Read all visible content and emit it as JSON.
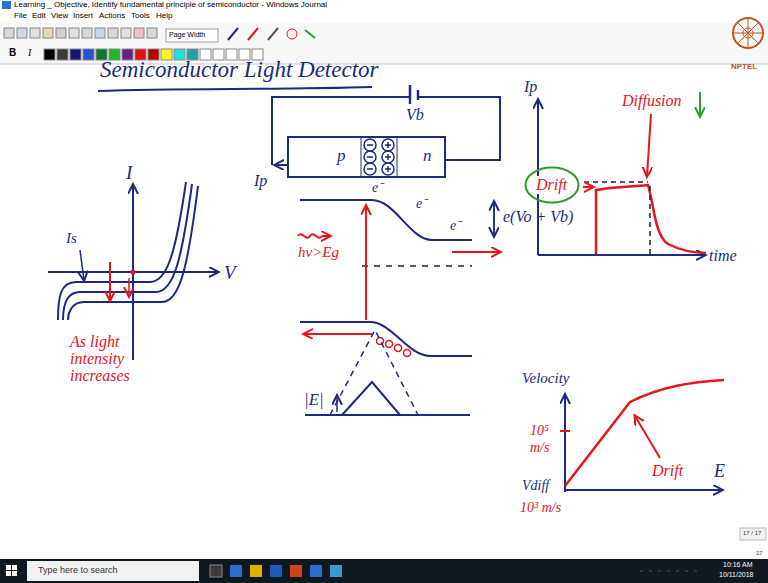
{
  "diagram": {
    "title": "Semiconductor Light Detector",
    "nodes": [
      {
        "text": [
          "p",
          "n"
        ]
      },
      {
        "text": [
          "Drift"
        ]
      }
    ],
    "labels": [
      "Learning _ Objective, Identify fundamental principle of semiconductor - Windows Journal",
      "File",
      "Edit",
      "View",
      "Insert",
      "Actions",
      "Tools",
      "Help",
      "Page Width",
      "B",
      "I",
      "NPTEL",
      "I",
      "V",
      "Is",
      "As light intensity increases",
      "Vb",
      "Ip",
      "e⁻",
      "e⁻",
      "e⁻",
      "e(Vo + Vb)",
      "hν>Eg",
      "|E|",
      "Ip",
      "Diffusion",
      "time",
      "Velocity",
      "10⁵",
      "m/s",
      "Drift",
      "E",
      "Vdiff",
      "10³ m/s",
      "17 / 17",
      "17",
      "Type here to search",
      "10:16 AM",
      "10/11/2018"
    ]
  }
}
